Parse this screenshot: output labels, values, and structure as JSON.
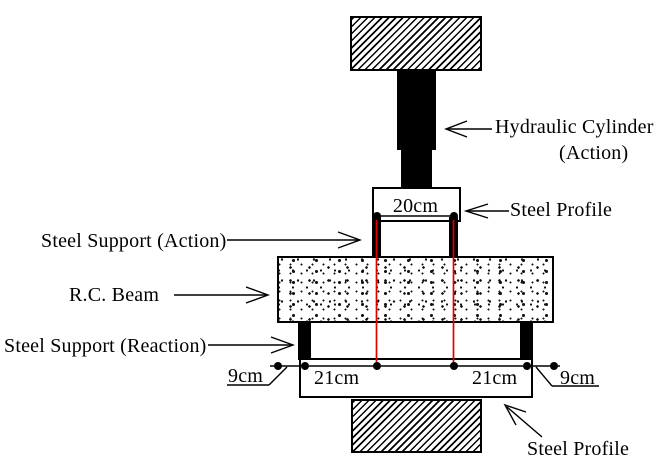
{
  "labels": {
    "hydraulic_cylinder": "Hydraulic Cylinder",
    "hydraulic_cylinder_sub": "(Action)",
    "steel_profile_top": "Steel Profile",
    "steel_support_action": "Steel Support (Action)",
    "rc_beam": "R.C. Beam",
    "steel_support_reaction": "Steel Support (Reaction)",
    "steel_profile_bottom": "Steel Profile"
  },
  "dimensions": {
    "top_spacing": "20cm",
    "left_overhang": "9cm",
    "span_left": "21cm",
    "span_right": "21cm",
    "right_overhang": "9cm"
  },
  "colors": {
    "ink": "#000000",
    "load_alignment_line": "#e10000",
    "background": "#ffffff"
  }
}
